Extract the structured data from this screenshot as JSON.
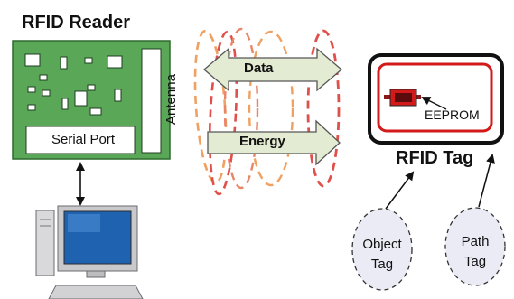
{
  "reader": {
    "title": "RFID Reader",
    "serial_port": "Serial Port",
    "antenna": "Antenna"
  },
  "signals": {
    "data": "Data",
    "energy": "Energy"
  },
  "tag": {
    "title": "RFID Tag",
    "chip": "EEPROM"
  },
  "tags": {
    "object_line1": "Object",
    "object_line2": "Tag",
    "path_line1": "Path",
    "path_line2": "Tag"
  },
  "colors": {
    "board_green": "#59a757",
    "arrow_fill": "#e3ecd2",
    "dash_red": "#e0504a",
    "dash_orange": "#f0a060",
    "tag_red": "#d21a1a"
  }
}
